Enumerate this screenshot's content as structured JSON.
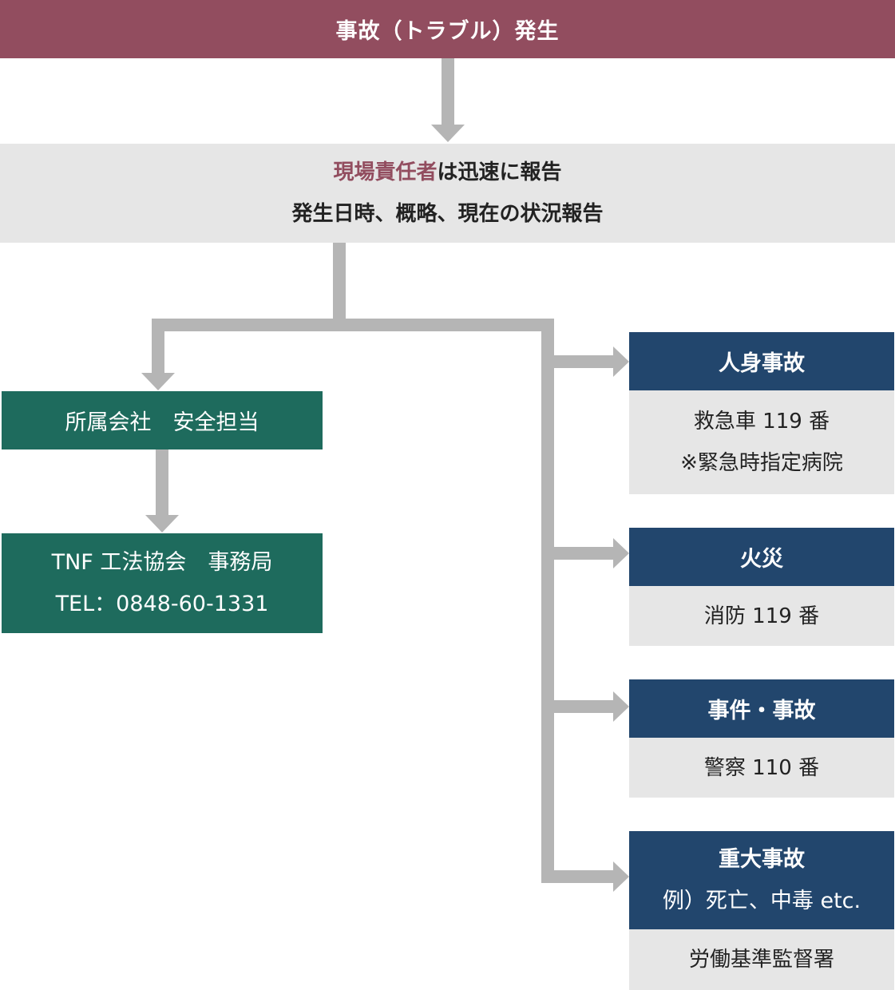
{
  "colors": {
    "banner": "#924d5f",
    "accent_text": "#924d5f",
    "green_box": "#1e6b5d",
    "navy_box": "#22466d",
    "grey_box": "#e6e6e6",
    "connector": "#b5b5b5"
  },
  "top": {
    "title": "事故（トラブル）発生"
  },
  "report": {
    "accent": "現場責任者",
    "line1_rest": "は迅速に報告",
    "line2": "発生日時、概略、現在の状況報告"
  },
  "left": {
    "company": "所属会社　安全担当",
    "office_line1": "TNF 工法協会　事務局",
    "office_line2": "TEL：0848-60-1331"
  },
  "right": [
    {
      "title": "人身事故",
      "subtitle": "",
      "detail1": "救急車 119 番",
      "detail2": "※緊急時指定病院"
    },
    {
      "title": "火災",
      "subtitle": "",
      "detail1": "消防  119 番",
      "detail2": ""
    },
    {
      "title": "事件・事故",
      "subtitle": "",
      "detail1": "警察  110 番",
      "detail2": ""
    },
    {
      "title": "重大事故",
      "subtitle": "例）死亡、中毒 etc.",
      "detail1": "労働基準監督署",
      "detail2": ""
    }
  ]
}
